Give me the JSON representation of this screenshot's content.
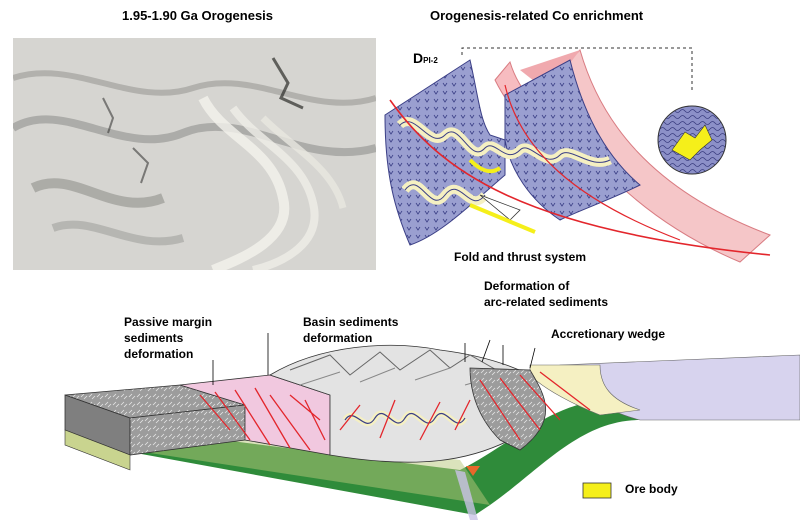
{
  "titles": {
    "left": "1.95-1.90 Ga   Orogenesis",
    "right": "Orogenesis-related  Co enrichment"
  },
  "fold_panel": {
    "stage_main": "D",
    "stage_sub": "PI-2",
    "caption": "Fold and thrust system"
  },
  "section_labels": {
    "passive_margin": [
      "Passive margin",
      "sediments",
      "deformation"
    ],
    "basin": [
      "Basin sediments",
      "deformation"
    ],
    "arc": [
      "Deformation of",
      "arc-related sediments"
    ],
    "accretionary": "Accretionary wedge"
  },
  "legend": {
    "ore_body": "Ore body",
    "ore_color": "#f5ef1a"
  },
  "colors": {
    "purple_fold": "#9a9fd0",
    "pink_panel": "#f5c6c8",
    "red_fault": "#e3262c",
    "green_base": "#2f8b3a",
    "cream": "#f5f0c2",
    "lavender": "#d7d3ee",
    "gray_block": "#9c9c9c"
  }
}
